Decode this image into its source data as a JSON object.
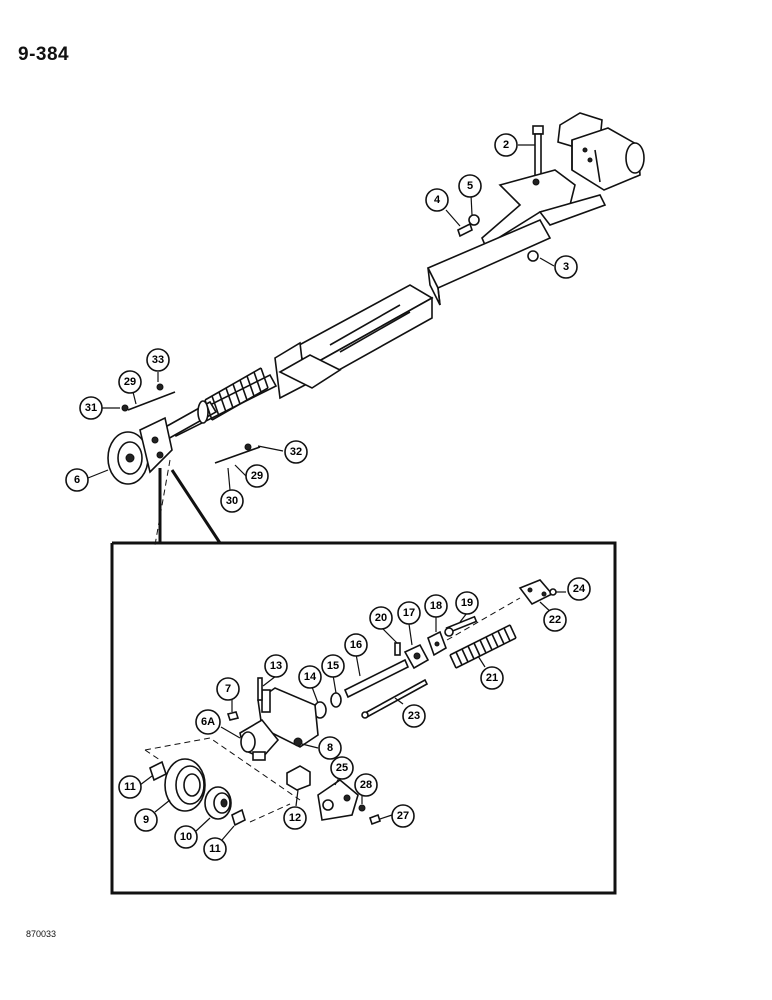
{
  "page_number": "9-384",
  "figure_code": "870033",
  "callouts": {
    "c2": "2",
    "c3": "3",
    "c4": "4",
    "c5": "5",
    "c6": "6",
    "c29a": "29",
    "c29b": "29",
    "c30": "30",
    "c31": "31",
    "c32": "32",
    "c33": "33",
    "c6a": "6A",
    "c7": "7",
    "c8": "8",
    "c9": "9",
    "c10": "10",
    "c11a": "11",
    "c11b": "11",
    "c12": "12",
    "c13": "13",
    "c14": "14",
    "c15": "15",
    "c16": "16",
    "c17": "17",
    "c18": "18",
    "c19": "19",
    "c20": "20",
    "c21": "21",
    "c22": "22",
    "c23": "23",
    "c24": "24",
    "c25": "25",
    "c27": "27",
    "c28": "28"
  }
}
